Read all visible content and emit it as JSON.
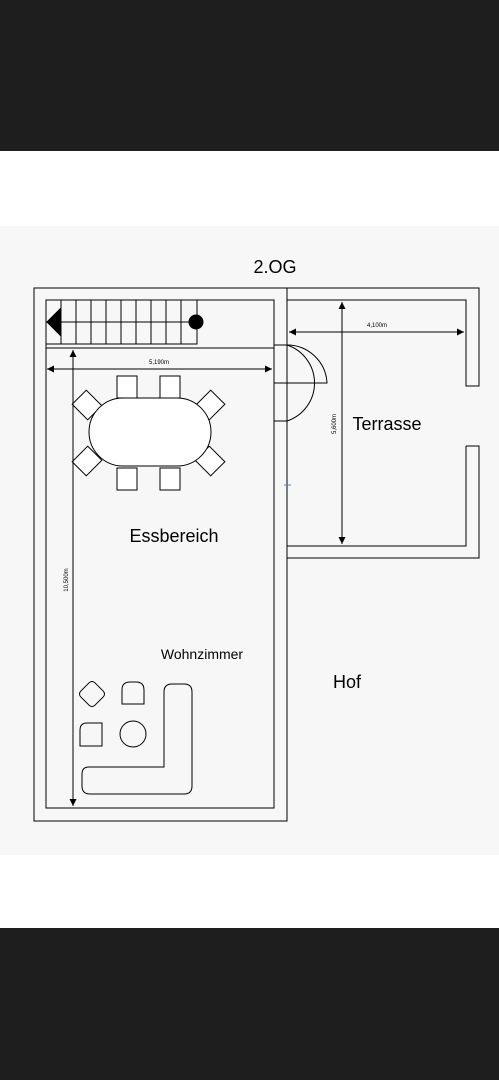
{
  "floor_title": "2.OG",
  "rooms": {
    "dining": "Essbereich",
    "living": "Wohnzimmer",
    "terrace": "Terrasse",
    "courtyard": "Hof"
  },
  "dimensions": {
    "dining_width": "5,190m",
    "dining_length": "10,500m",
    "terrace_width": "4,100m",
    "terrace_depth": "5,600m"
  }
}
